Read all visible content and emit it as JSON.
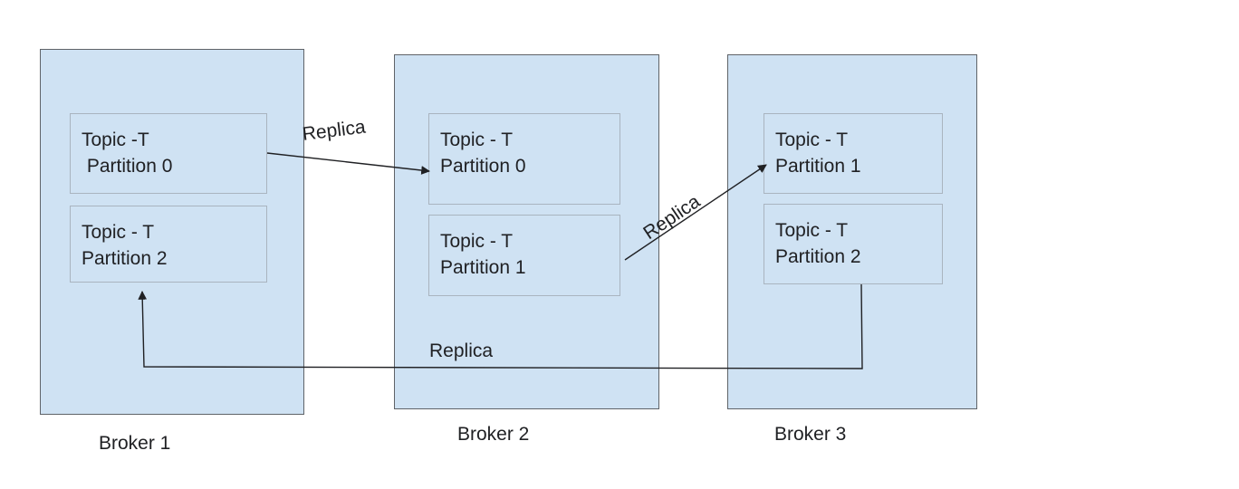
{
  "brokers": [
    {
      "label": "Broker 1",
      "partitions": [
        {
          "topic": "Topic -T",
          "partition": " Partition 0"
        },
        {
          "topic": "Topic - T",
          "partition": "Partition 2"
        }
      ]
    },
    {
      "label": "Broker 2",
      "partitions": [
        {
          "topic": "Topic - T",
          "partition": "Partition 0"
        },
        {
          "topic": "Topic - T",
          "partition": "Partition 1"
        }
      ]
    },
    {
      "label": "Broker 3",
      "partitions": [
        {
          "topic": "Topic - T",
          "partition": "Partition 1"
        },
        {
          "topic": "Topic - T",
          "partition": "Partition 2"
        }
      ]
    }
  ],
  "replication_edges": [
    {
      "label": "Replica",
      "from": "Broker 1 / Partition 0",
      "to": "Broker 2 / Partition 0"
    },
    {
      "label": "Replica",
      "from": "Broker 2 / Partition 1",
      "to": "Broker 3 / Partition 1"
    },
    {
      "label": "Replica",
      "from": "Broker 3 / Partition 2",
      "to": "Broker 1 / Partition 2"
    }
  ]
}
